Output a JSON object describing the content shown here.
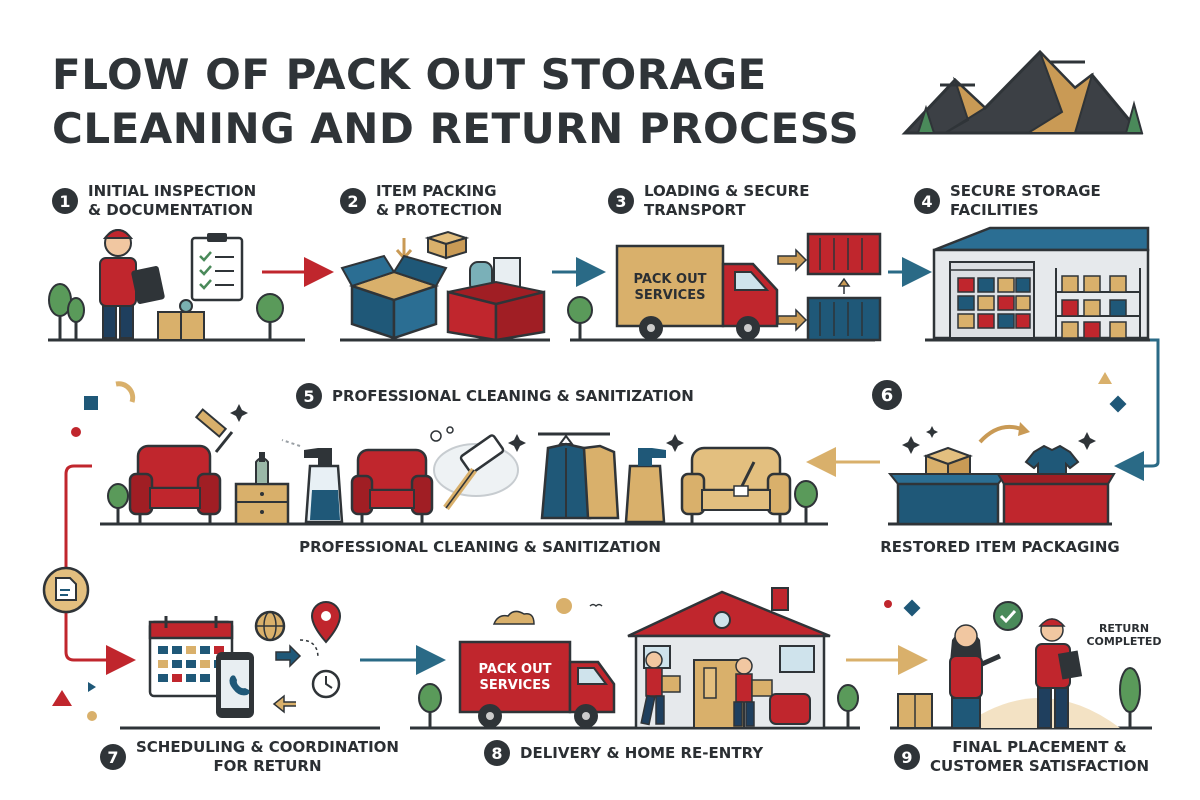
{
  "title": {
    "line1": "FLOW OF PACK OUT STORAGE",
    "line2": "CLEANING AND RETURN PROCESS"
  },
  "steps": [
    {
      "num": "1",
      "line1": "INITIAL INSPECTION",
      "line2": "& DOCUMENTATION"
    },
    {
      "num": "2",
      "line1": "ITEM PACKING",
      "line2": "& PROTECTION"
    },
    {
      "num": "3",
      "line1": "LOADING & SECURE",
      "line2": "TRANSPORT"
    },
    {
      "num": "4",
      "line1": "SECURE STORAGE",
      "line2": "FACILITIES"
    },
    {
      "num": "5",
      "line1": "PROFESSIONAL CLEANING & SANITIZATION"
    },
    {
      "num": "6"
    },
    {
      "num": "7",
      "line1": "SCHEDULING & COORDINATION",
      "line2": "FOR RETURN"
    },
    {
      "num": "8",
      "line1": "DELIVERY & HOME RE-ENTRY"
    },
    {
      "num": "9",
      "line1": "FINAL PLACEMENT &",
      "line2": "CUSTOMER SATISFACTION"
    }
  ],
  "captions": {
    "cleaning": "PROFESSIONAL CLEANING & SANITIZATION",
    "restored": "RESTORED ITEM PACKAGING"
  },
  "truck_labels": {
    "transport_line1": "PACK OUT",
    "transport_line2": "SERVICES",
    "delivery_line1": "PACK OUT",
    "delivery_line2": "SERVICES"
  },
  "badge": {
    "line1": "RETURN",
    "line2": "COMPLETED"
  },
  "colors": {
    "dark": "#2f3438",
    "red": "#c0262d",
    "navy": "#1f5878",
    "tan": "#d9b06b",
    "teal_arrow": "#2a6a86"
  },
  "icons": [
    "mountain-icon",
    "clipboard-icon",
    "box-icon",
    "truck-icon",
    "container-icon",
    "warehouse-icon",
    "armchair-icon",
    "spray-bottle-icon",
    "jacket-icon",
    "calendar-icon",
    "phone-icon",
    "globe-icon",
    "location-pin-icon",
    "clock-icon",
    "house-icon",
    "person-icon",
    "check-icon"
  ]
}
